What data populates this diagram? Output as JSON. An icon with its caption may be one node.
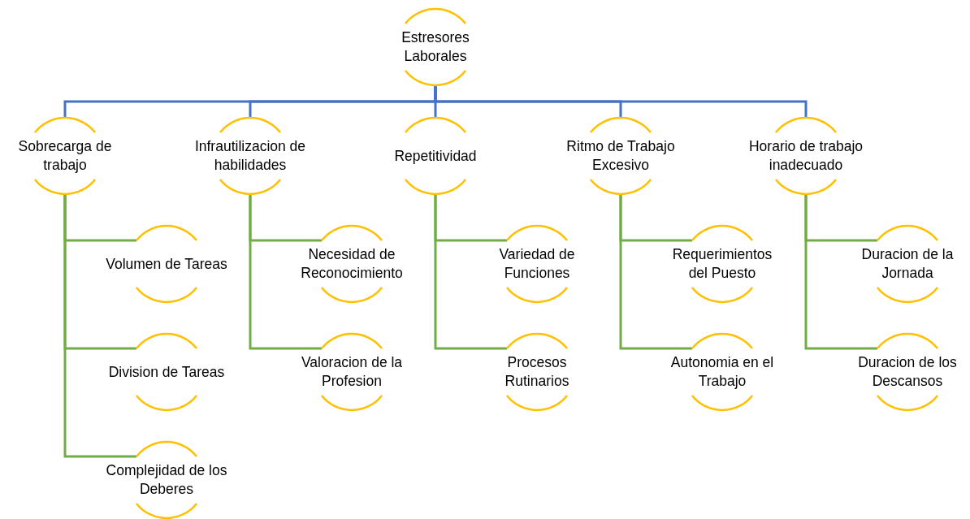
{
  "diagram": {
    "nodes": [
      {
        "text": [
          "Estresores Laborales"
        ]
      },
      {
        "text": [
          "Sobrecarga de trabajo"
        ]
      },
      {
        "text": [
          "Infrautilizacion de habilidades"
        ]
      },
      {
        "text": [
          "Repetitividad"
        ]
      },
      {
        "text": [
          "Ritmo de Trabajo Excesivo"
        ]
      },
      {
        "text": [
          "Horario de trabajo inadecuado"
        ]
      },
      {
        "text": [
          "Volumen de Tareas"
        ]
      },
      {
        "text": [
          "Division de Tareas"
        ]
      },
      {
        "text": [
          "Complejidad de los Deberes"
        ]
      },
      {
        "text": [
          "Necesidad de Reconocimiento"
        ]
      },
      {
        "text": [
          "Valoracion de la Profesion"
        ]
      },
      {
        "text": [
          "Variedad de Funciones"
        ]
      },
      {
        "text": [
          "Procesos Rutinarios"
        ]
      },
      {
        "text": [
          "Requerimientos del Puesto"
        ]
      },
      {
        "text": [
          "Autonomia en el Trabajo"
        ]
      },
      {
        "text": [
          "Duracion de la Jornada"
        ]
      },
      {
        "text": [
          "Duracion de los Descansos"
        ]
      }
    ],
    "edges": [
      {
        "from": 0,
        "to": 1,
        "arrow": "none",
        "color": "#4472c4"
      },
      {
        "from": 0,
        "to": 2,
        "arrow": "none",
        "color": "#4472c4"
      },
      {
        "from": 0,
        "to": 3,
        "arrow": "none",
        "color": "#4472c4"
      },
      {
        "from": 0,
        "to": 4,
        "arrow": "none",
        "color": "#4472c4"
      },
      {
        "from": 0,
        "to": 5,
        "arrow": "none",
        "color": "#4472c4"
      },
      {
        "from": 1,
        "to": 6,
        "arrow": "none"
      },
      {
        "from": 1,
        "to": 7,
        "arrow": "none"
      },
      {
        "from": 1,
        "to": 8,
        "arrow": "none"
      },
      {
        "from": 2,
        "to": 9,
        "arrow": "none"
      },
      {
        "from": 2,
        "to": 10,
        "arrow": "none"
      },
      {
        "from": 3,
        "to": 11,
        "arrow": "none"
      },
      {
        "from": 3,
        "to": 12,
        "arrow": "none"
      },
      {
        "from": 4,
        "to": 13,
        "arrow": "none"
      },
      {
        "from": 4,
        "to": 14,
        "arrow": "none"
      },
      {
        "from": 5,
        "to": 15,
        "arrow": "none"
      },
      {
        "from": 5,
        "to": 16,
        "arrow": "none"
      }
    ]
  }
}
